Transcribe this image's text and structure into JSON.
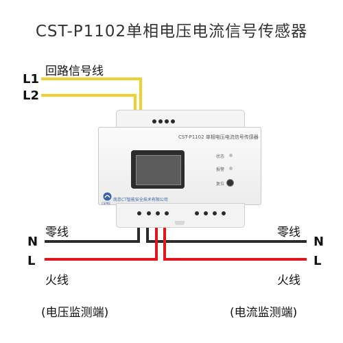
{
  "title": "CST-P1102单相电压电流信号传感器",
  "signal_line_label": "回路信号线",
  "lines": {
    "l1": "L1",
    "l2": "L2",
    "n_left": "N",
    "n_right": "N",
    "l_left": "L",
    "l_right": "L"
  },
  "neutral_label_left": "零线",
  "neutral_label_right": "零线",
  "live_label_left": "火线",
  "live_label_right": "火线",
  "voltage_monitor_label": "(电压监测端)",
  "current_monitor_label": "(电流监测端)",
  "device": {
    "model_text": "CST-P1102 单相电压电流信号传感器",
    "indicator_status": "状态",
    "indicator_alarm": "报警",
    "reset_label": "复位",
    "company": "南京CT智能安全技术有限公司",
    "logo_text": "CSPKE"
  },
  "colors": {
    "signal_wire": "#f2cf2f",
    "neutral_wire": "#2b2b2b",
    "live_wire": "#e2141c"
  }
}
